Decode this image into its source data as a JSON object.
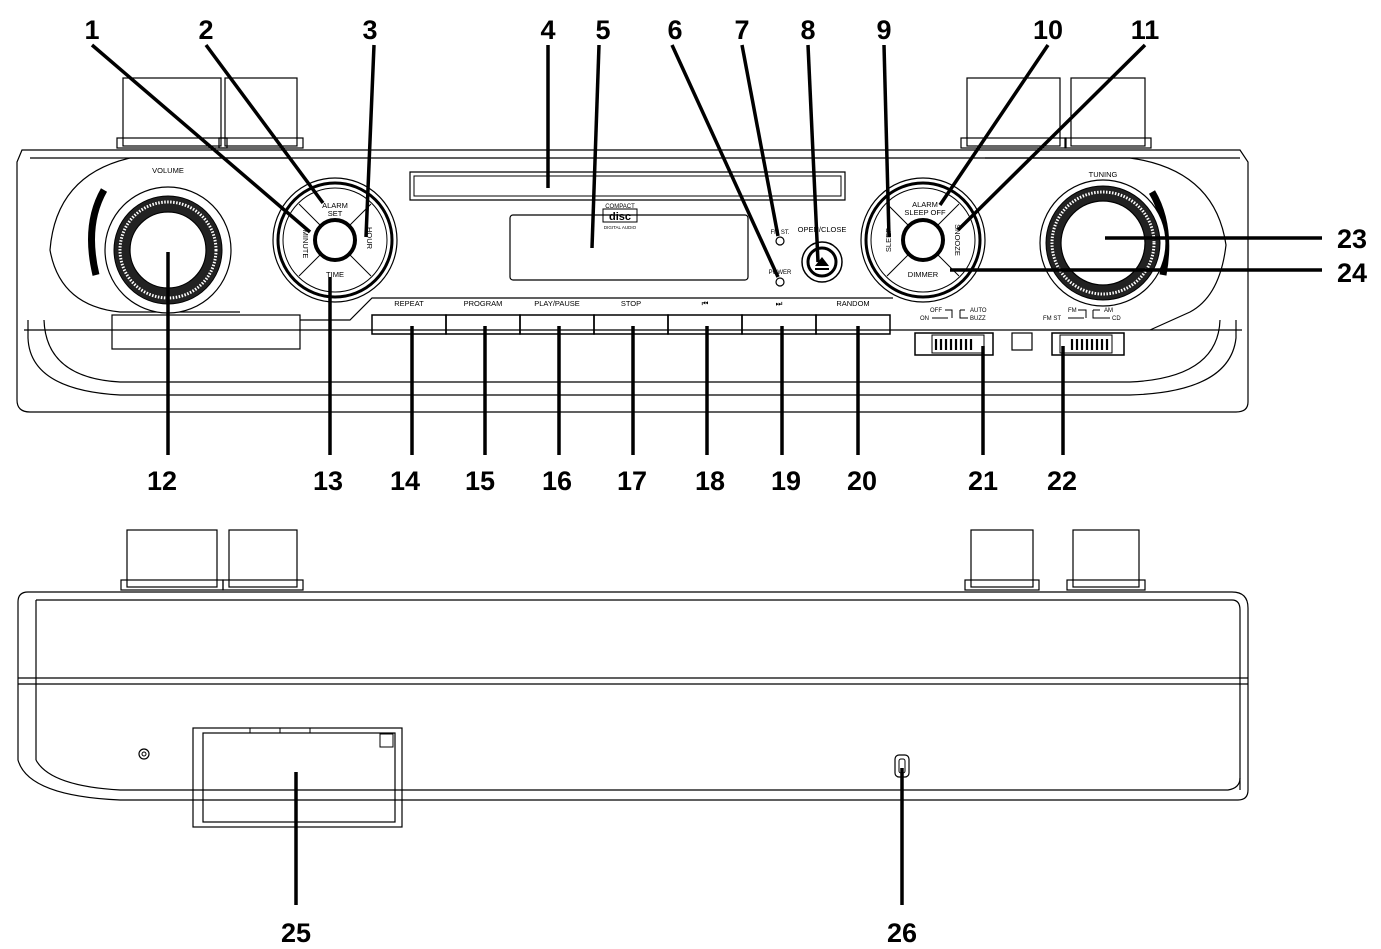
{
  "top_view": {
    "labels": {
      "volume": "VOLUME",
      "tuning": "TUNING",
      "alarm_set": [
        "ALARM",
        "SET"
      ],
      "minute": "MINUTE",
      "hour": "HOUR",
      "time": "TIME",
      "sleep": "SLEEP",
      "alarm_sleep_off": [
        "ALARM",
        "SLEEP OFF"
      ],
      "snooze": "SNOOZE",
      "dimmer": "DIMMER",
      "fm_st": "FM ST.",
      "power": "POWER",
      "open_close": "OPEN/CLOSE",
      "disc_logo": [
        "COMPACT",
        "disc",
        "DIGITAL AUDIO"
      ],
      "buttons": [
        "REPEAT",
        "PROGRAM",
        "PLAY/PAUSE",
        "STOP",
        "⏮",
        "⏭",
        "RANDOM"
      ],
      "alarm_switch": {
        "off": "OFF",
        "on": "ON",
        "auto": "AUTO",
        "buzz": "BUZZ"
      },
      "band_switch": {
        "fm": "FM",
        "fm_st": "FM ST",
        "am": "AM",
        "cd": "CD"
      }
    },
    "callouts_top": [
      "1",
      "2",
      "3",
      "4",
      "5",
      "6",
      "7",
      "8",
      "9",
      "10",
      "11"
    ],
    "callouts_bottom": [
      "12",
      "13",
      "14",
      "15",
      "16",
      "17",
      "18",
      "19",
      "20",
      "21",
      "22"
    ],
    "callouts_right": [
      "23",
      "24"
    ]
  },
  "bottom_view": {
    "callouts": [
      "25",
      "26"
    ]
  }
}
